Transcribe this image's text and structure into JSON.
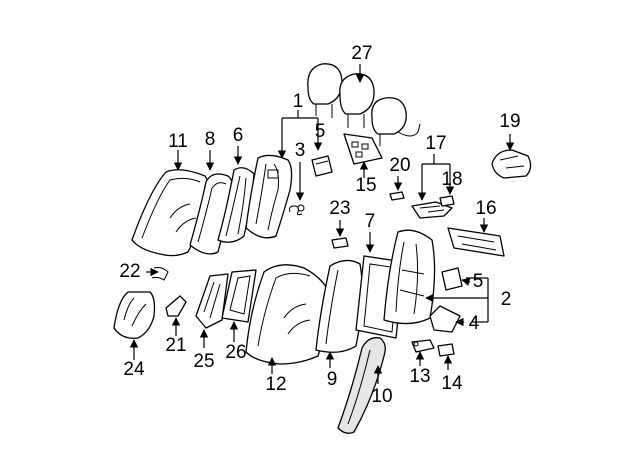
{
  "labels": {
    "p1": "1",
    "p2": "2",
    "p3": "3",
    "p4": "4",
    "p5a": "5",
    "p5b": "5",
    "p6": "6",
    "p7": "7",
    "p8": "8",
    "p9": "9",
    "p10": "10",
    "p11": "11",
    "p12": "12",
    "p13": "13",
    "p14": "14",
    "p15": "15",
    "p16": "16",
    "p17": "17",
    "p18": "18",
    "p19": "19",
    "p20": "20",
    "p21": "21",
    "p22": "22",
    "p23": "23",
    "p24": "24",
    "p25": "25",
    "p26": "26",
    "p27": "27"
  }
}
